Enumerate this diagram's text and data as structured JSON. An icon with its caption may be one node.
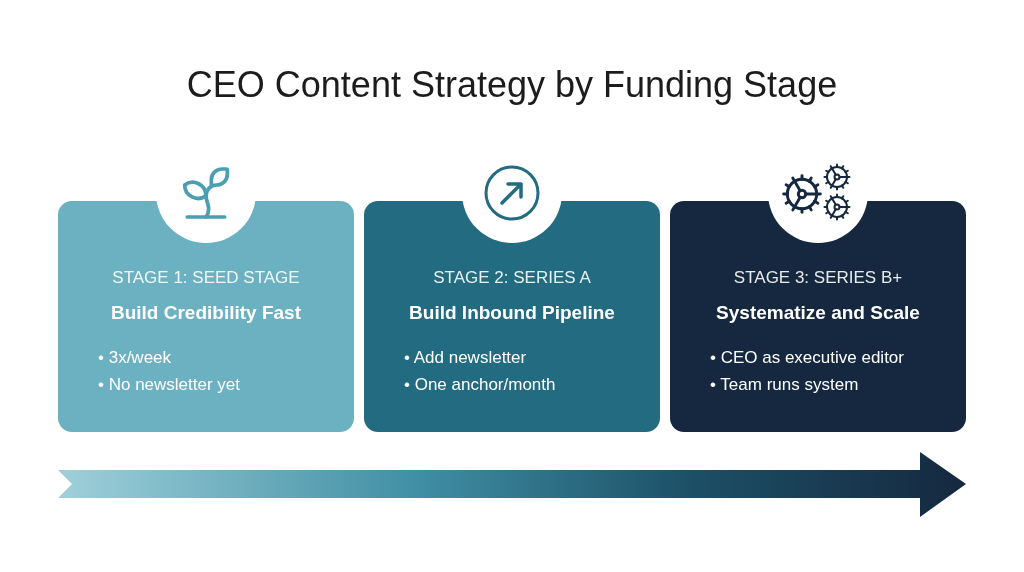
{
  "diagram": {
    "title": "CEO Content Strategy by Funding Stage",
    "nodes": [
      {
        "text": [
          "STAGE 1: SEED STAGE",
          "Build Credibility Fast",
          "• 3x/week",
          "• No newsletter yet"
        ]
      },
      {
        "text": [
          "STAGE 2: SERIES A",
          "Build Inbound Pipeline",
          "• Add newsletter",
          "• One anchor/month"
        ]
      },
      {
        "text": [
          "STAGE 3: SERIES B+",
          "Systematize and Scale",
          "• CEO as executive editor",
          "• Team runs system"
        ]
      }
    ]
  }
}
